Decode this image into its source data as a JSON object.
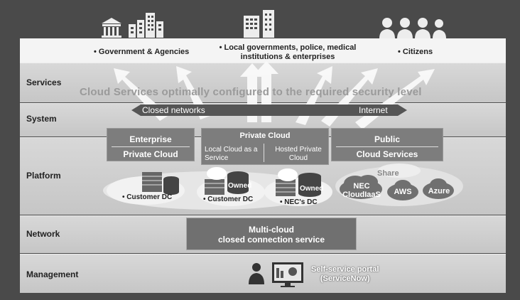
{
  "audiences": {
    "government": "Government & Agencies",
    "local": "Local governments, police, medical institutions & enterprises",
    "citizens": "Citizens"
  },
  "layers": {
    "services": "Services",
    "system": "System",
    "platform": "Platform",
    "network": "Network",
    "management": "Management"
  },
  "banner": "Cloud Services optimally configured to the required security level",
  "networks": {
    "closed": "Closed networks",
    "internet": "Internet"
  },
  "platform": {
    "enterprise_top": "Enterprise",
    "enterprise_bottom": "Private Cloud",
    "private_cloud": "Private Cloud",
    "local_cloud": "Local Cloud as a Service",
    "hosted": "Hosted Private Cloud",
    "public_top": "Public",
    "public_bottom": "Cloud Services",
    "share": "Share",
    "owned1": "Owned",
    "owned2": "Owned",
    "customer_dc1": "Customer DC",
    "customer_dc2": "Customer DC",
    "nec_dc": "NEC's DC",
    "nec_cloud": "NEC CloudIaaS",
    "aws": "AWS",
    "azure": "Azure"
  },
  "network_box": {
    "line1": "Multi-cloud",
    "line2": "closed connection service"
  },
  "management": {
    "line1": "Self-service portal",
    "line2": "(ServiceNow)"
  },
  "icons": [
    "government-building-icon",
    "city-buildings-icon",
    "office-building-icon",
    "people-group-icon",
    "operator-icon",
    "monitor-dashboard-icon"
  ],
  "colors": {
    "background": "#4a4a4a",
    "layer": "#d0d0d0",
    "box": "#7a7a7a",
    "arrow": "#f5f5f5"
  }
}
